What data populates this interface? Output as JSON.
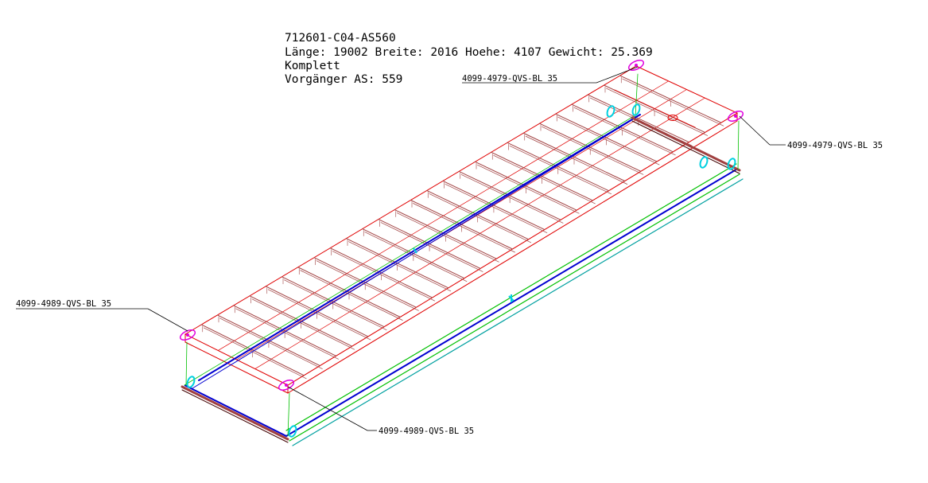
{
  "title_block": {
    "drawing_number": "712601-C04-AS560",
    "dimensions_line": "Länge: 19002 Breite: 2016 Hoehe: 4107 Gewicht: 25.369",
    "status": "Komplett",
    "predecessor": "Vorgänger AS: 559"
  },
  "callouts": {
    "top_center": "4099-4979-QVS-BL 35",
    "top_right": "4099-4979-QVS-BL 35",
    "left": "4099-4989-QVS-BL 35",
    "bottom": "4099-4989-QVS-BL 35"
  },
  "colors": {
    "deck_outline": "#e00000",
    "deck_ribs": "#a04040",
    "lower_frame": "#0000d0",
    "lower_rail": "#00c000",
    "lower_rail_alt": "#00a0a0",
    "lug": "#e000e0",
    "marker": "#00d0e0",
    "leader": "#000000"
  }
}
